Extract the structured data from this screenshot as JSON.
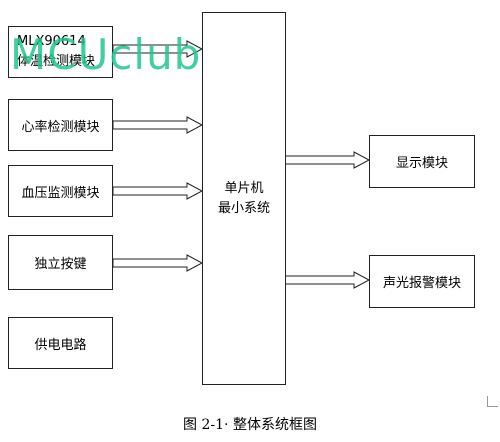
{
  "diagram": {
    "mcu": {
      "line1": "单片机",
      "line2": "最小系统"
    },
    "inputs": [
      {
        "line1": "MLX90614",
        "line2": "体温检测模块"
      },
      {
        "label": "心率检测模块"
      },
      {
        "label": "血压监测模块"
      },
      {
        "label": "独立按键"
      },
      {
        "label": "供电电路"
      }
    ],
    "outputs": [
      {
        "label": "显示模块"
      },
      {
        "label": "声光报警模块"
      }
    ]
  },
  "watermark": "MCUclub",
  "caption": "图 2-1· 整体系统框图"
}
